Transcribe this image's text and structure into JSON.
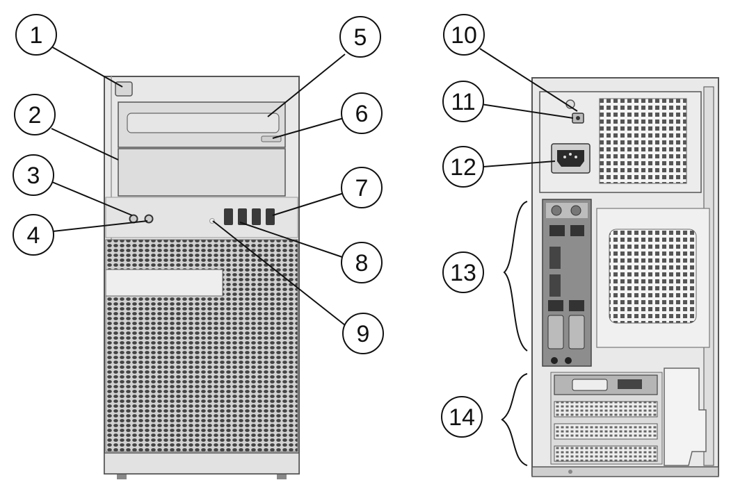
{
  "callouts": [
    {
      "id": "1",
      "label": "1"
    },
    {
      "id": "2",
      "label": "2"
    },
    {
      "id": "3",
      "label": "3"
    },
    {
      "id": "4",
      "label": "4"
    },
    {
      "id": "5",
      "label": "5"
    },
    {
      "id": "6",
      "label": "6"
    },
    {
      "id": "7",
      "label": "7"
    },
    {
      "id": "8",
      "label": "8"
    },
    {
      "id": "9",
      "label": "9"
    },
    {
      "id": "10",
      "label": "10"
    },
    {
      "id": "11",
      "label": "11"
    },
    {
      "id": "12",
      "label": "12"
    },
    {
      "id": "13",
      "label": "13"
    },
    {
      "id": "14",
      "label": "14"
    }
  ],
  "colors": {
    "chassis": "#e6e6e6",
    "chassis_dark": "#bdbdbd",
    "outline": "#555555",
    "port": "#3a3a3a",
    "panel_io": "#8a8a8a"
  }
}
